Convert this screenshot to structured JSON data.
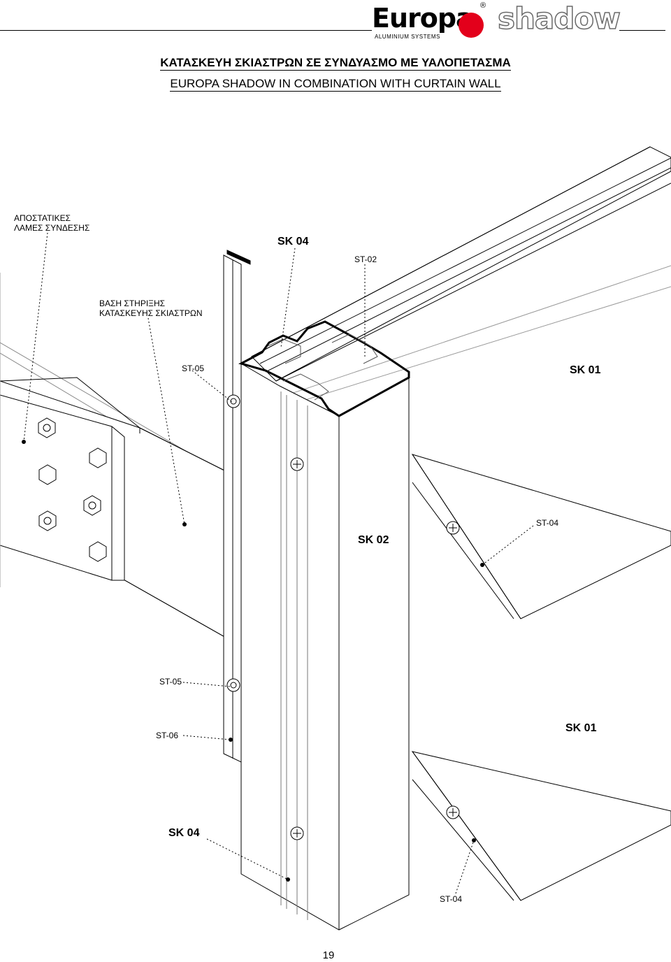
{
  "header": {
    "brand": "Europa",
    "brand_subtitle": "ALUMINIUM SYSTEMS",
    "registered_mark": "®",
    "product": "shadow",
    "brand_accent_color": "#e3001b"
  },
  "title_greek": "ΚΑΤΑΣΚΕΥΗ ΣΚΙΑΣΤΡΩΝ ΣΕ ΣΥΝΔΥΑΣΜΟ ΜΕ ΥΑΛΟΠΕΤΑΣΜΑ",
  "title_english": "EUROPA SHADOW IN COMBINATION WITH CURTAIN WALL",
  "labels": {
    "spacer_plates": "ΑΠΟΣΤΑΤΙΚΕΣ\nΛΑΜΕΣ ΣΥΝΔΕΣΗΣ",
    "sk04_top": "SK 04",
    "st02": "ST-02",
    "support_base": "ΒΑΣΗ ΣΤΗΡΙΞΗΣ\nΚΑΤΑΣΚΕΥΗΣ ΣΚΙΑΣΤΡΩΝ",
    "st05_top": "ST-05",
    "sk01_top": "SK 01",
    "sk02": "SK 02",
    "st04_top": "ST-04",
    "st05_bottom": "ST-05",
    "st06": "ST-06",
    "sk01_bottom": "SK 01",
    "sk04_bottom": "SK 04",
    "st04_bottom": "ST-04"
  },
  "page_number": "19"
}
